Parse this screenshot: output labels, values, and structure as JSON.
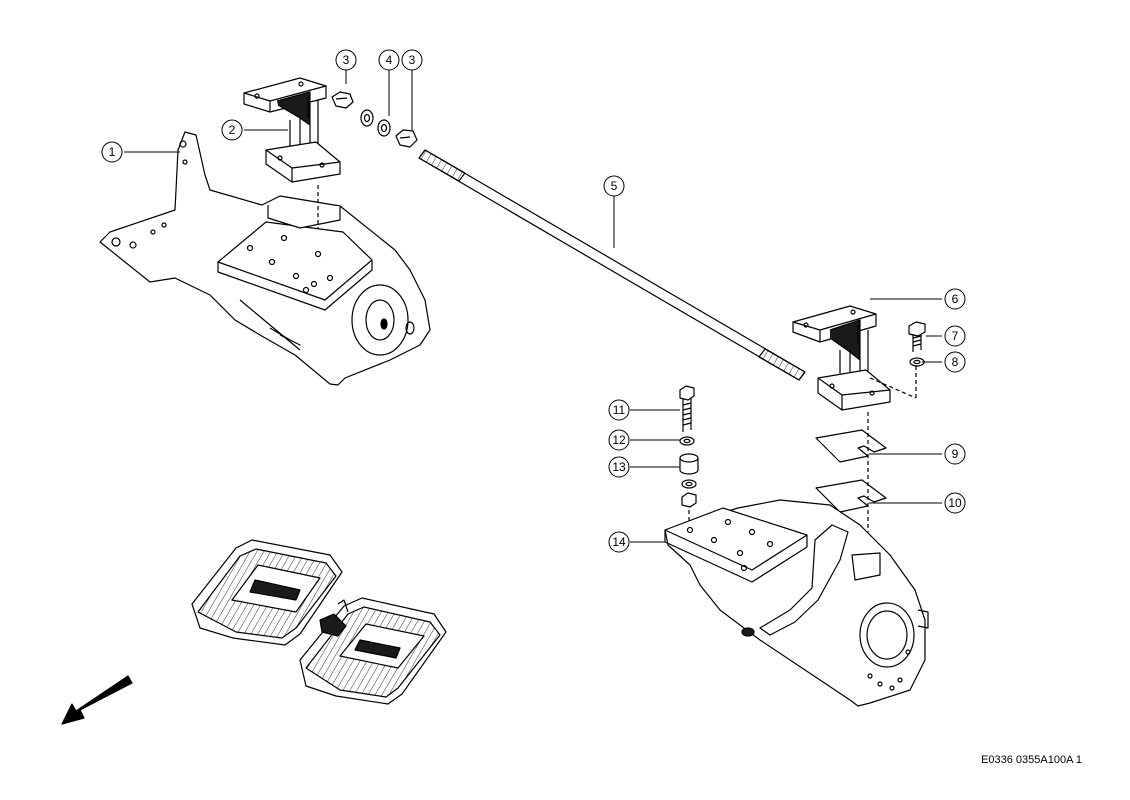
{
  "diagram": {
    "type": "exploded-parts-diagram",
    "doc_ref": "E0336 0355A100A 1",
    "callouts": [
      {
        "id": "c1",
        "label": "1"
      },
      {
        "id": "c2",
        "label": "2"
      },
      {
        "id": "c3a",
        "label": "3"
      },
      {
        "id": "c4",
        "label": "4"
      },
      {
        "id": "c3b",
        "label": "3"
      },
      {
        "id": "c5",
        "label": "5"
      },
      {
        "id": "c6",
        "label": "6"
      },
      {
        "id": "c7",
        "label": "7"
      },
      {
        "id": "c8",
        "label": "8"
      },
      {
        "id": "c9",
        "label": "9"
      },
      {
        "id": "c10",
        "label": "10"
      },
      {
        "id": "c11",
        "label": "11"
      },
      {
        "id": "c12",
        "label": "12"
      },
      {
        "id": "c13",
        "label": "13"
      },
      {
        "id": "c14",
        "label": "14"
      }
    ],
    "colors": {
      "line": "#000000",
      "fill": "#ffffff",
      "shade": "#1a1a1a"
    }
  }
}
